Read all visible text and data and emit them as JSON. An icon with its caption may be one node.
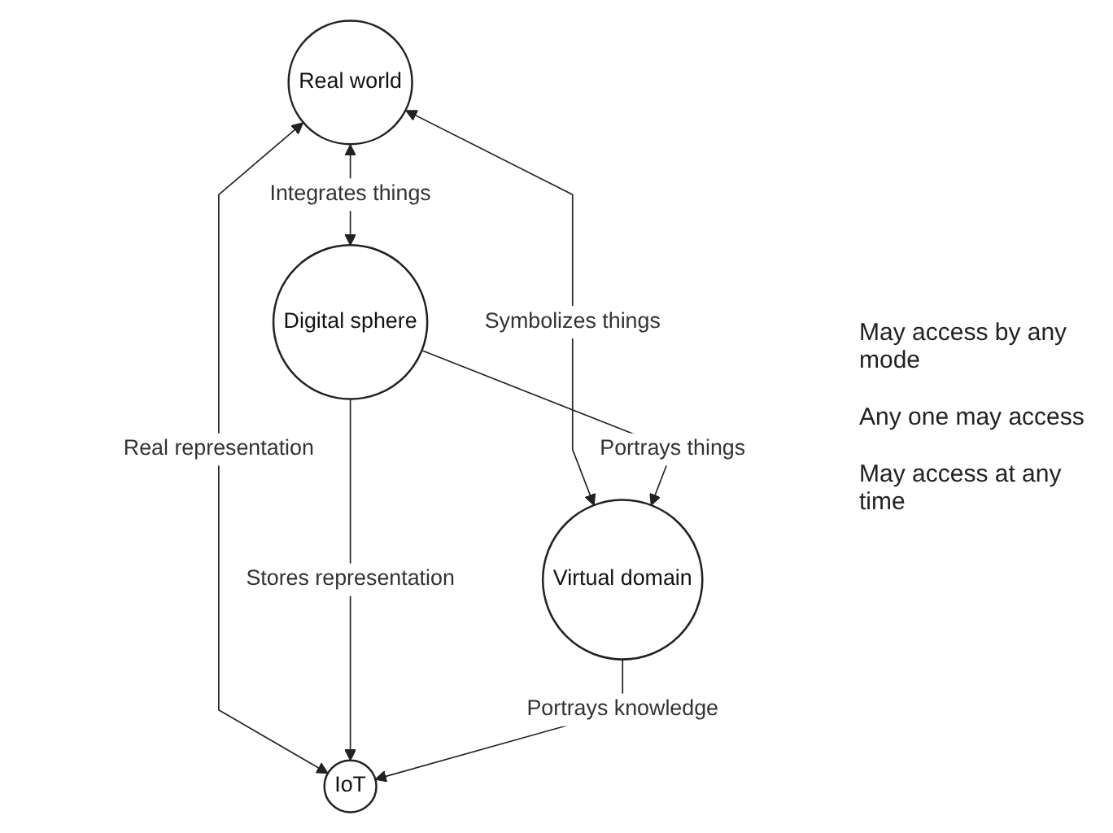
{
  "diagram": {
    "nodes": [
      {
        "text": [
          "Real world"
        ]
      },
      {
        "text": [
          "IoT"
        ]
      },
      {
        "text": [
          "Digital sphere"
        ]
      },
      {
        "text": [
          "Virtual domain"
        ]
      }
    ],
    "edges": [
      {
        "from": 0,
        "to": 2,
        "arrow": "both",
        "label": "Integrates things"
      },
      {
        "from": 0,
        "to": 1,
        "arrow": "both",
        "label": "Real representation"
      },
      {
        "from": 0,
        "to": 3,
        "arrow": "both",
        "label": "Symbolizes things"
      },
      {
        "from": 2,
        "to": 1,
        "arrow": "to",
        "label": "Stores representation"
      },
      {
        "from": 3,
        "to": 1,
        "arrow": "to",
        "label": "Portrays knowledge"
      },
      {
        "from": 2,
        "to": 3,
        "arrow": "to",
        "label": "Portrays things"
      }
    ],
    "labels": [
      "May access by any mode",
      "Any one may access",
      "May access at any time"
    ]
  }
}
